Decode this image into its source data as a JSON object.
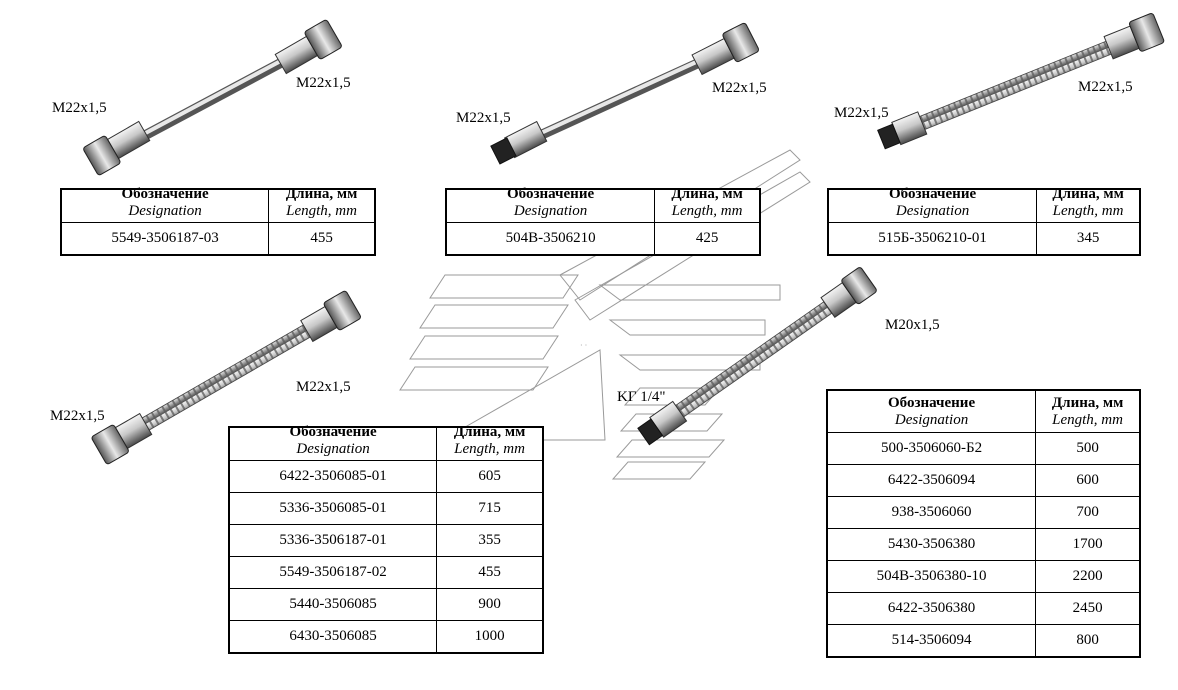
{
  "header": {
    "designation_ru": "Обозначение",
    "designation_en": "Designation",
    "length_ru": "Длина, мм",
    "length_en": "Length, mm"
  },
  "callouts": {
    "hose1_left": "M22x1,5",
    "hose1_right": "M22x1,5",
    "hose2_left": "M22x1,5",
    "hose2_right": "M22x1,5",
    "hose3_left": "M22x1,5",
    "hose3_right": "M22x1,5",
    "hose4_left": "M22x1,5",
    "hose4_right": "M22x1,5",
    "hose5_left": "KГ 1/4\"",
    "hose5_right": "M20x1,5"
  },
  "tables": [
    {
      "rows": [
        {
          "designation": "5549-3506187-03",
          "length": "455"
        }
      ]
    },
    {
      "rows": [
        {
          "designation": "504B-3506210",
          "length": "425"
        }
      ]
    },
    {
      "rows": [
        {
          "designation": "515Б-3506210-01",
          "length": "345"
        }
      ]
    },
    {
      "rows": [
        {
          "designation": "6422-3506085-01",
          "length": "605"
        },
        {
          "designation": "5336-3506085-01",
          "length": "715"
        },
        {
          "designation": "5336-3506187-01",
          "length": "355"
        },
        {
          "designation": "5549-3506187-02",
          "length": "455"
        },
        {
          "designation": "5440-3506085",
          "length": "900"
        },
        {
          "designation": "6430-3506085",
          "length": "1000"
        }
      ]
    },
    {
      "rows": [
        {
          "designation": "500-3506060-Б2",
          "length": "500"
        },
        {
          "designation": "6422-3506094",
          "length": "600"
        },
        {
          "designation": "938-3506060",
          "length": "700"
        },
        {
          "designation": "5430-3506380",
          "length": "1700"
        },
        {
          "designation": "504B-3506380-10",
          "length": "2200"
        },
        {
          "designation": "6422-3506380",
          "length": "2450"
        },
        {
          "designation": "514-3506094",
          "length": "800"
        }
      ]
    }
  ],
  "colors": {
    "line": "#000000",
    "metal_light": "#e6e6e6",
    "metal_dark": "#555555",
    "watermark": "#9a9a9a"
  }
}
